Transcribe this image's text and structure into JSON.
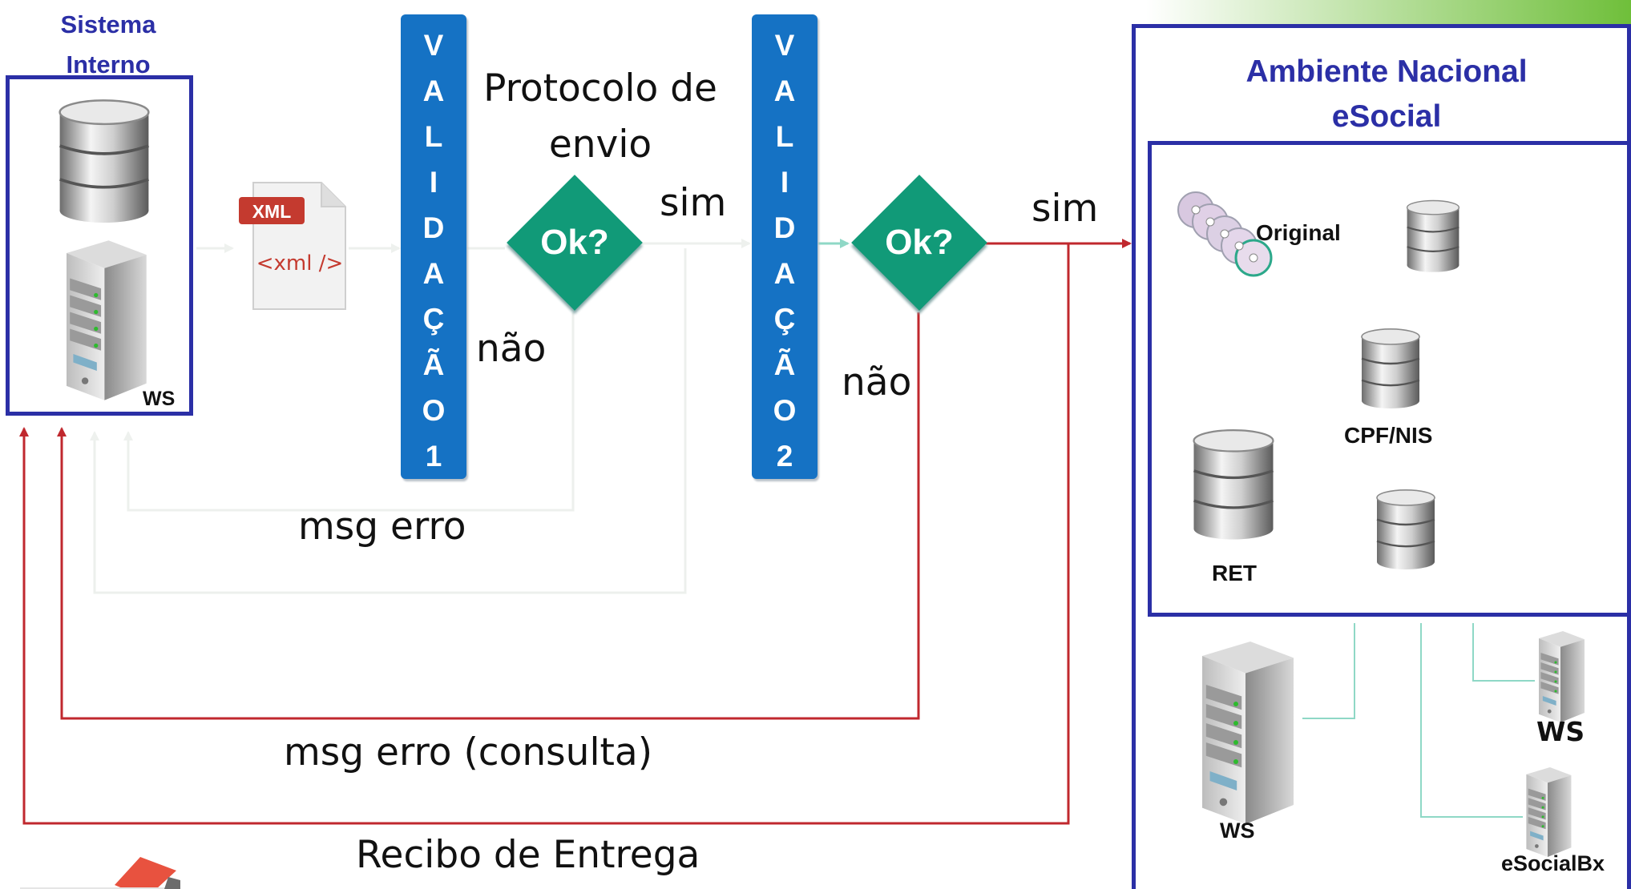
{
  "left_system": {
    "title_line1": "Sistema",
    "title_line2": "Interno",
    "ws_label": "WS"
  },
  "xml_file": {
    "badge": "XML",
    "tag": "<xml />"
  },
  "validation1": {
    "letters": [
      "V",
      "A",
      "L",
      "I",
      "D",
      "A",
      "Ç",
      "Ã",
      "O",
      "1"
    ]
  },
  "validation2": {
    "letters": [
      "V",
      "A",
      "L",
      "I",
      "D",
      "A",
      "Ç",
      "Ã",
      "O",
      "2"
    ]
  },
  "decision1": {
    "label": "Ok?",
    "yes": "sim",
    "no": "não"
  },
  "decision2": {
    "label": "Ok?",
    "yes": "sim",
    "no": "não"
  },
  "protocol": {
    "line1": "Protocolo de",
    "line2": "envio"
  },
  "flows": {
    "error_msg": "msg erro",
    "error_query": "msg erro (consulta)",
    "receipt": "Recibo de Entrega"
  },
  "national": {
    "title_line1": "Ambiente Nacional",
    "title_line2": "eSocial",
    "db_original": "Original",
    "db_cpf": "CPF/NIS",
    "db_ret": "RET",
    "server_main": "WS",
    "server_ws": "WS",
    "server_bx": "eSocialBx"
  },
  "colors": {
    "accent_blue": "#2b2fa6",
    "validation_blue": "#1572c4",
    "decision_green": "#119a78",
    "arrow_red": "#c0282e",
    "connector_teal": "#8fd8c6"
  }
}
